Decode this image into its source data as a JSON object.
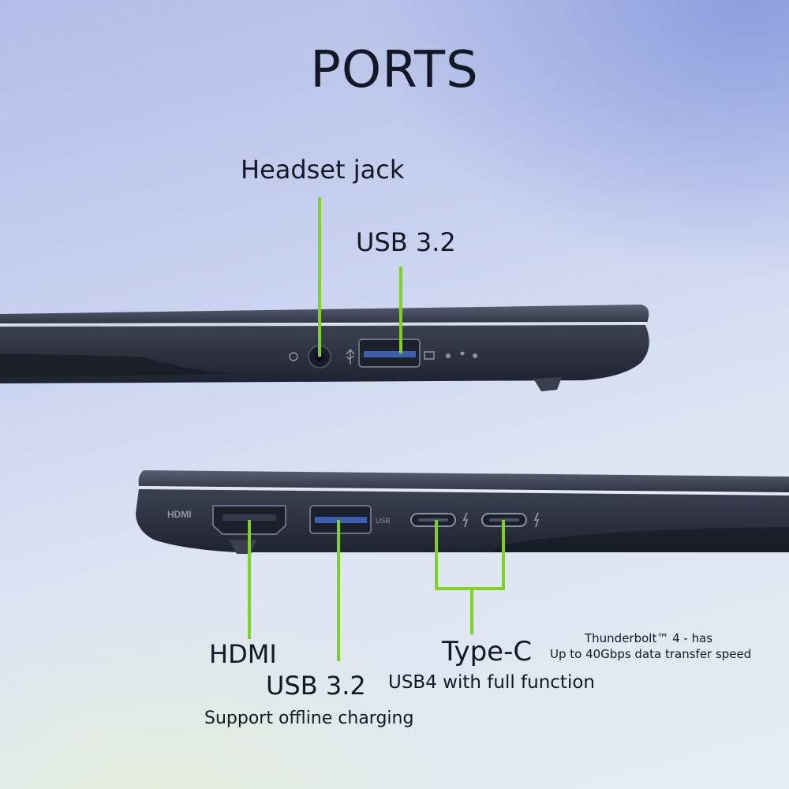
{
  "title": "PORTS",
  "top_side": {
    "headset_label": "Headset jack",
    "usb_label": "USB 3.2"
  },
  "bottom_side": {
    "hdmi_port_print": "HDMI",
    "usb_port_print": "USB",
    "hdmi_label": "HDMI",
    "usb_label": "USB 3.2",
    "usb_desc": "Support offline charging",
    "typec_label": "Type-C",
    "typec_desc": "USB4 with full function",
    "thunderbolt_line1": "Thunderbolt™ 4 - has",
    "thunderbolt_line2": "Up to 40Gbps data transfer speed"
  },
  "colors": {
    "callout_line": "#7ed321",
    "laptop_body": "#2f3444",
    "text": "#121826"
  }
}
